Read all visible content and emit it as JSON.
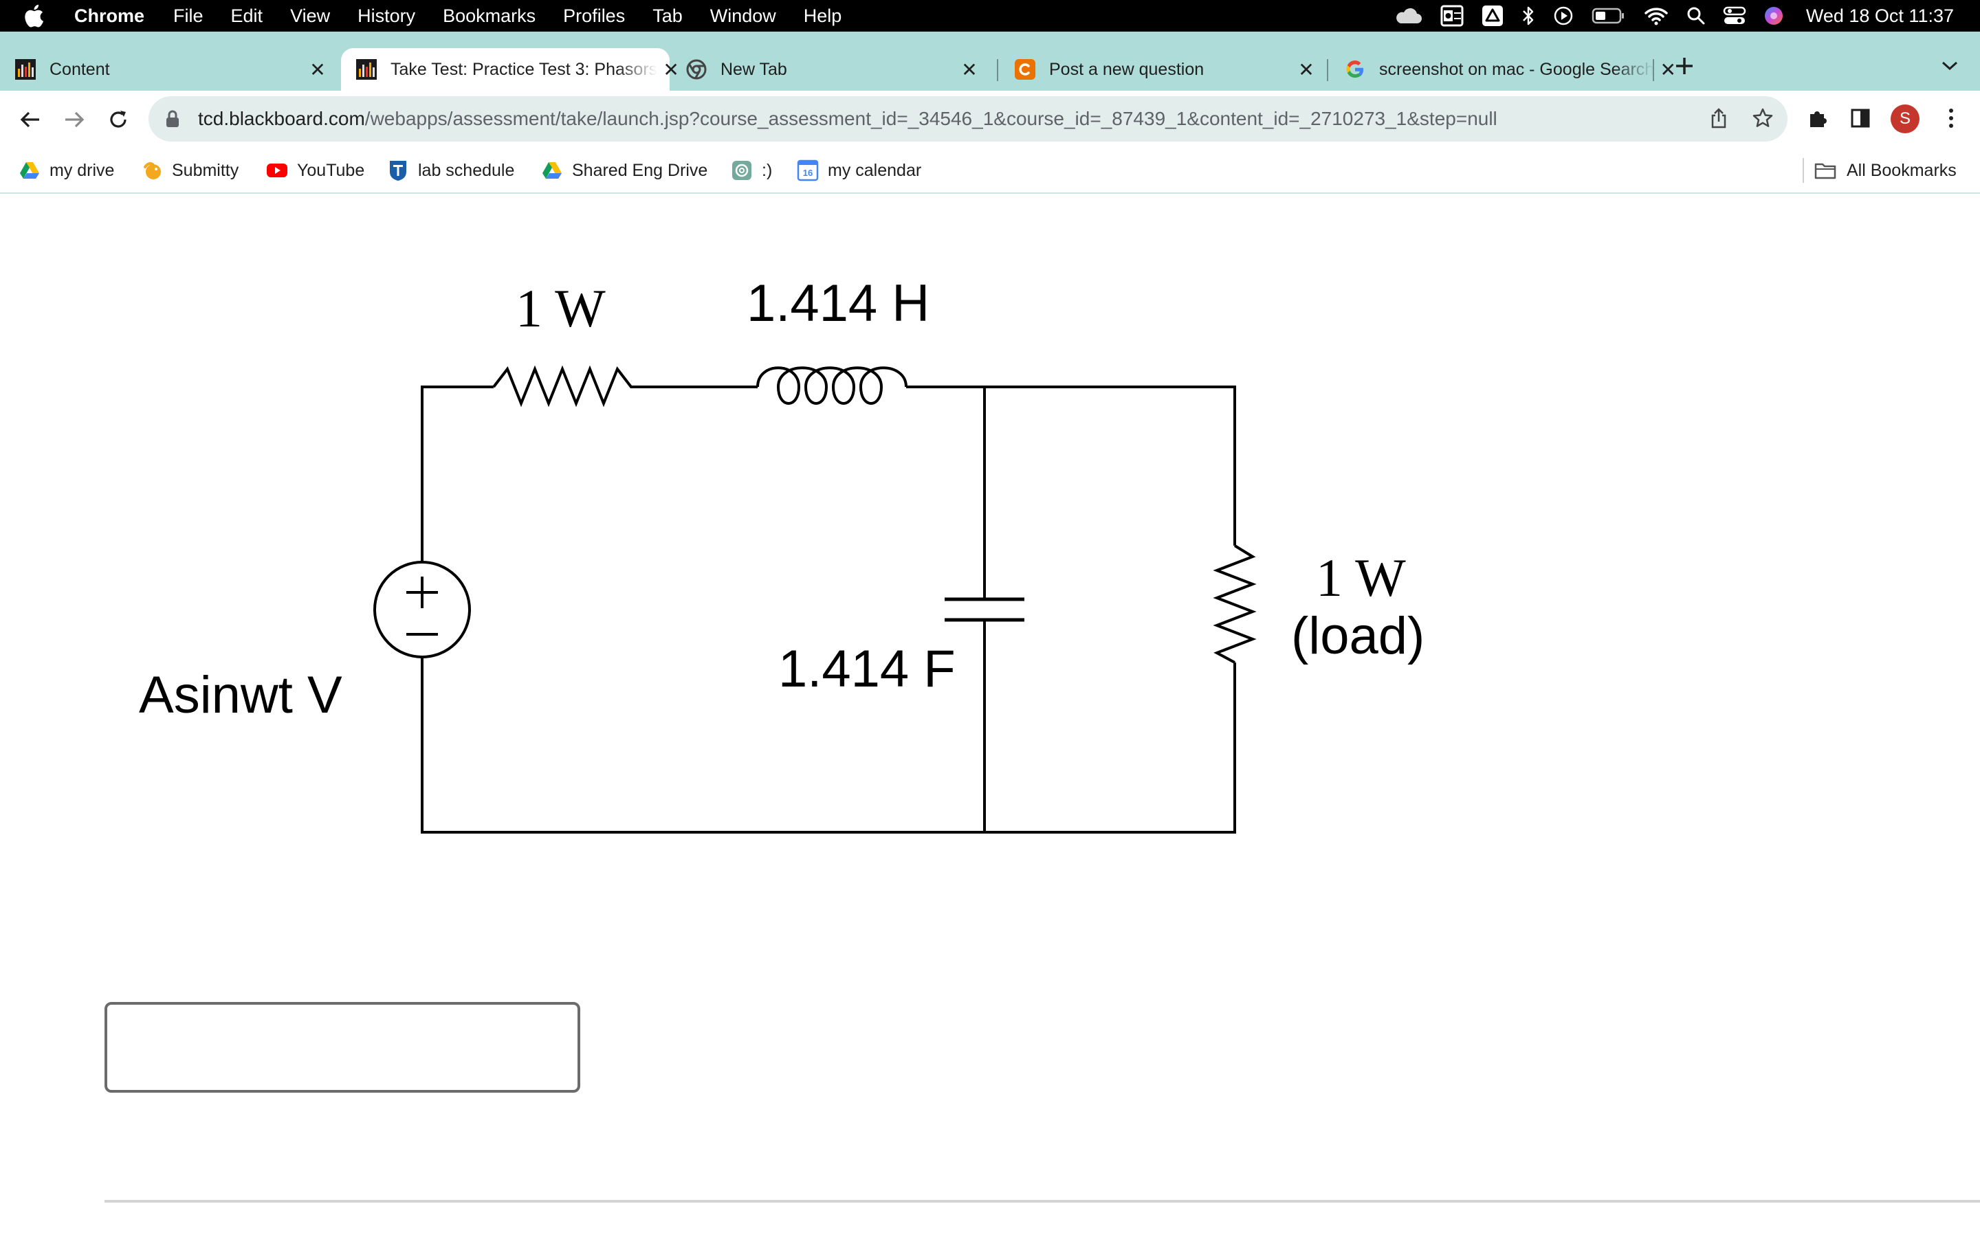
{
  "menubar": {
    "app_name": "Chrome",
    "items": [
      "File",
      "Edit",
      "View",
      "History",
      "Bookmarks",
      "Profiles",
      "Tab",
      "Window",
      "Help"
    ],
    "clock": "Wed 18 Oct  11:37",
    "status_icons": [
      "icloud-icon",
      "outlook-icon",
      "drive-icon",
      "bluetooth-icon",
      "play-icon",
      "battery-icon",
      "wifi-icon",
      "spotlight-icon",
      "control-center-icon",
      "siri-icon"
    ]
  },
  "tabs": [
    {
      "title": "Content",
      "favicon": "blackboard-icon",
      "active": false
    },
    {
      "title": "Take Test: Practice Test 3: Phasors",
      "favicon": "blackboard-icon",
      "active": true
    },
    {
      "title": "New Tab",
      "favicon": "chrome-icon",
      "active": false
    },
    {
      "title": "Post a new question",
      "favicon": "chegg-icon",
      "active": false
    },
    {
      "title": "screenshot on mac - Google Search",
      "favicon": "google-icon",
      "active": false
    }
  ],
  "toolbar": {
    "url_host": "tcd.blackboard.com",
    "url_path": "/webapps/assessment/take/launch.jsp?course_assessment_id=_34546_1&course_id=_87439_1&content_id=_2710273_1&step=null",
    "avatar_letter": "S"
  },
  "bookmarks": [
    {
      "label": "my drive",
      "icon": "drive-icon"
    },
    {
      "label": "Submitty",
      "icon": "submitty-icon"
    },
    {
      "label": "YouTube",
      "icon": "youtube-icon"
    },
    {
      "label": "lab schedule",
      "icon": "tcd-icon"
    },
    {
      "label": "Shared Eng Drive",
      "icon": "drive-icon"
    },
    {
      "label": ":)",
      "icon": "openai-icon"
    },
    {
      "label": "my calendar",
      "icon": "calendar-icon"
    }
  ],
  "bookmarks_all": "All Bookmarks",
  "calendar_day": "16",
  "circuit": {
    "resistor_series": "1 W",
    "inductor": "1.414 H",
    "capacitor": "1.414 F",
    "load_value": "1 W",
    "load_note": "(load)",
    "source": "Asinwt V"
  },
  "answer": {
    "value": ""
  },
  "colors": {
    "tab_strip": "#aedcd9",
    "omnibox": "#e3edec",
    "avatar": "#c5372c"
  }
}
